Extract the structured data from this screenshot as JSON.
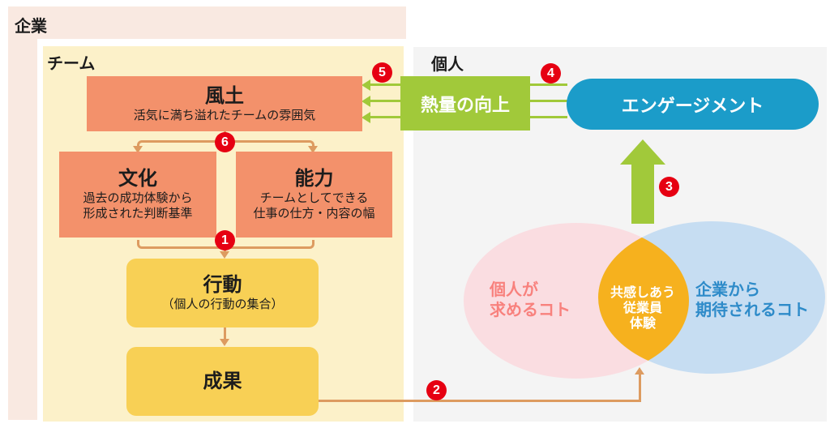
{
  "panels": {
    "company": {
      "label": "企業"
    },
    "team": {
      "label": "チーム"
    },
    "individual": {
      "label": "個人"
    }
  },
  "team_flow": {
    "fudo": {
      "title": "風土",
      "desc": "活気に満ち溢れたチームの雰囲気"
    },
    "bunka": {
      "title": "文化",
      "desc_line1": "過去の成功体験から",
      "desc_line2": "形成された判断基準"
    },
    "noryoku": {
      "title": "能力",
      "desc_line1": "チームとしてできる",
      "desc_line2": "仕事の仕方・内容の幅"
    },
    "kodo": {
      "title": "行動",
      "desc": "（個人の行動の集合）"
    },
    "seika": {
      "title": "成果"
    }
  },
  "individual_flow": {
    "netsuryo": {
      "title": "熱量の向上"
    },
    "engagement": {
      "title": "エンゲージメント"
    }
  },
  "venn": {
    "left": {
      "line1": "個人が",
      "line2": "求めるコト"
    },
    "overlap": {
      "line1": "共感しあう",
      "line2": "従業員",
      "line3": "体験"
    },
    "right": {
      "line1": "企業から",
      "line2": "期待されるコト"
    }
  },
  "badges": {
    "n1": "1",
    "n2": "2",
    "n3": "3",
    "n4": "4",
    "n5": "5",
    "n6": "6"
  },
  "colors": {
    "company_bg": "#f9e9e1",
    "team_bg": "#fcf1c9",
    "individual_bg": "#f4f4f4",
    "process_box_orange": "#f3916b",
    "result_box_yellow": "#f8d055",
    "green_accent": "#a1c93a",
    "engagement_blue": "#1b9cc9",
    "venn_pink": "#fadde1",
    "venn_blue": "#c6ddf2",
    "venn_overlap_orange": "#f6b11e",
    "venn_pink_text": "#f8817d",
    "venn_blue_text": "#2e8bc9",
    "badge_red": "#e60012",
    "connector_orange": "#dd9b60",
    "text_dark": "#1c1c1c"
  }
}
